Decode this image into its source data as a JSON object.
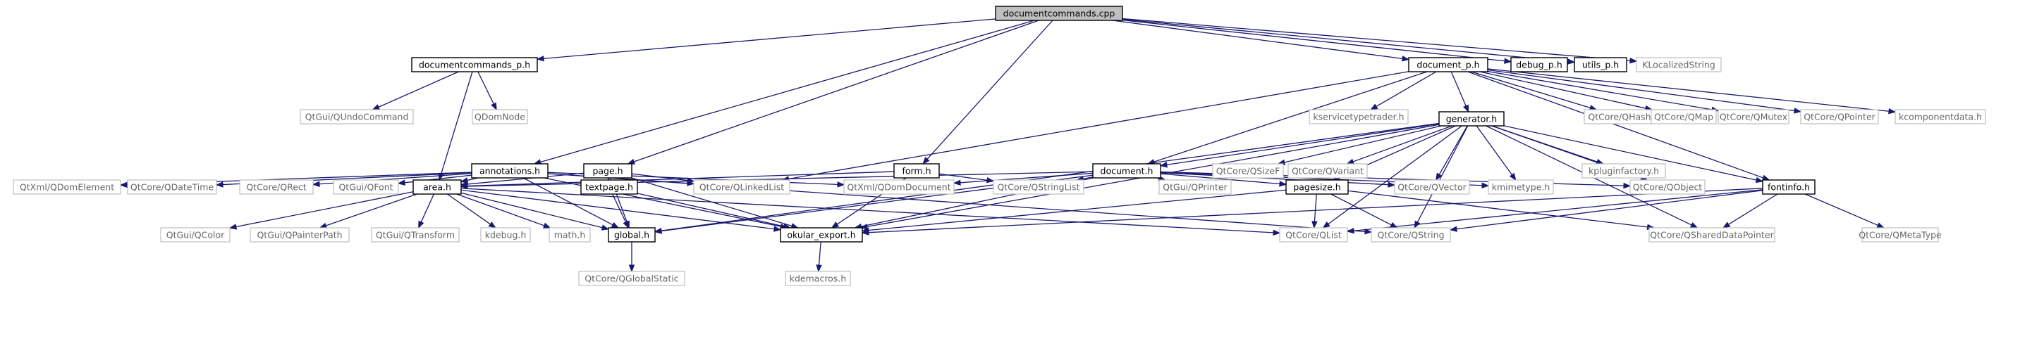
{
  "diagram": {
    "nodes": [
      {
        "id": "root",
        "label": "documentcommands.cpp",
        "kind": "root"
      },
      {
        "id": "documentcommands_p_h",
        "label": "documentcommands_p.h",
        "kind": "header"
      },
      {
        "id": "document_p_h",
        "label": "document_p.h",
        "kind": "header"
      },
      {
        "id": "debug_p_h",
        "label": "debug_p.h",
        "kind": "header"
      },
      {
        "id": "utils_p_h",
        "label": "utils_p.h",
        "kind": "header"
      },
      {
        "id": "KLocalizedString",
        "label": "KLocalizedString",
        "kind": "external"
      },
      {
        "id": "QUndoCommand",
        "label": "QtGui/QUndoCommand",
        "kind": "external"
      },
      {
        "id": "QDomNode",
        "label": "QDomNode",
        "kind": "external"
      },
      {
        "id": "kservicetypetrader_h",
        "label": "kservicetypetrader.h",
        "kind": "external"
      },
      {
        "id": "generator_h",
        "label": "generator.h",
        "kind": "header"
      },
      {
        "id": "QHash",
        "label": "QtCore/QHash",
        "kind": "external"
      },
      {
        "id": "QMap",
        "label": "QtCore/QMap",
        "kind": "external"
      },
      {
        "id": "QMutex",
        "label": "QtCore/QMutex",
        "kind": "external"
      },
      {
        "id": "QPointer",
        "label": "QtCore/QPointer",
        "kind": "external"
      },
      {
        "id": "kcomponentdata_h",
        "label": "kcomponentdata.h",
        "kind": "external"
      },
      {
        "id": "annotations_h",
        "label": "annotations.h",
        "kind": "header"
      },
      {
        "id": "page_h",
        "label": "page.h",
        "kind": "header"
      },
      {
        "id": "form_h",
        "label": "form.h",
        "kind": "header"
      },
      {
        "id": "document_h",
        "label": "document.h",
        "kind": "header"
      },
      {
        "id": "QSizeF",
        "label": "QtCore/QSizeF",
        "kind": "external"
      },
      {
        "id": "QVariant",
        "label": "QtCore/QVariant",
        "kind": "external"
      },
      {
        "id": "kpluginfactory_h",
        "label": "kpluginfactory.h",
        "kind": "external"
      },
      {
        "id": "QDomElement",
        "label": "QtXml/QDomElement",
        "kind": "external"
      },
      {
        "id": "QDateTime",
        "label": "QtCore/QDateTime",
        "kind": "external"
      },
      {
        "id": "QRect",
        "label": "QtCore/QRect",
        "kind": "external"
      },
      {
        "id": "QFont",
        "label": "QtGui/QFont",
        "kind": "external"
      },
      {
        "id": "area_h",
        "label": "area.h",
        "kind": "header"
      },
      {
        "id": "textpage_h",
        "label": "textpage.h",
        "kind": "header"
      },
      {
        "id": "QLinkedList",
        "label": "QtCore/QLinkedList",
        "kind": "external"
      },
      {
        "id": "QDomDocument",
        "label": "QtXml/QDomDocument",
        "kind": "external"
      },
      {
        "id": "QStringList",
        "label": "QtCore/QStringList",
        "kind": "external"
      },
      {
        "id": "QPrinter",
        "label": "QtGui/QPrinter",
        "kind": "external"
      },
      {
        "id": "pagesize_h",
        "label": "pagesize.h",
        "kind": "header"
      },
      {
        "id": "QVector",
        "label": "QtCore/QVector",
        "kind": "external"
      },
      {
        "id": "kmimetype_h",
        "label": "kmimetype.h",
        "kind": "external"
      },
      {
        "id": "QObject",
        "label": "QtCore/QObject",
        "kind": "external"
      },
      {
        "id": "fontinfo_h",
        "label": "fontinfo.h",
        "kind": "header"
      },
      {
        "id": "QColor",
        "label": "QtGui/QColor",
        "kind": "external"
      },
      {
        "id": "QPainterPath",
        "label": "QtGui/QPainterPath",
        "kind": "external"
      },
      {
        "id": "QTransform",
        "label": "QtGui/QTransform",
        "kind": "external"
      },
      {
        "id": "kdebug_h",
        "label": "kdebug.h",
        "kind": "external"
      },
      {
        "id": "math_h",
        "label": "math.h",
        "kind": "external"
      },
      {
        "id": "global_h",
        "label": "global.h",
        "kind": "header"
      },
      {
        "id": "okular_export_h",
        "label": "okular_export.h",
        "kind": "header"
      },
      {
        "id": "QList",
        "label": "QtCore/QList",
        "kind": "external"
      },
      {
        "id": "QString",
        "label": "QtCore/QString",
        "kind": "external"
      },
      {
        "id": "QSharedDataPointer",
        "label": "QtCore/QSharedDataPointer",
        "kind": "external"
      },
      {
        "id": "QMetaType",
        "label": "QtCore/QMetaType",
        "kind": "external"
      },
      {
        "id": "QGlobalStatic",
        "label": "QtCore/QGlobalStatic",
        "kind": "external"
      },
      {
        "id": "kdemacros_h",
        "label": "kdemacros.h",
        "kind": "external"
      }
    ],
    "edges": [
      [
        "root",
        "documentcommands_p_h"
      ],
      [
        "root",
        "document_p_h"
      ],
      [
        "root",
        "debug_p_h"
      ],
      [
        "root",
        "utils_p_h"
      ],
      [
        "root",
        "KLocalizedString"
      ],
      [
        "root",
        "annotations_h"
      ],
      [
        "root",
        "page_h"
      ],
      [
        "root",
        "form_h"
      ],
      [
        "documentcommands_p_h",
        "QUndoCommand"
      ],
      [
        "documentcommands_p_h",
        "QDomNode"
      ],
      [
        "documentcommands_p_h",
        "area_h"
      ],
      [
        "document_p_h",
        "kservicetypetrader_h"
      ],
      [
        "document_p_h",
        "generator_h"
      ],
      [
        "document_p_h",
        "QHash"
      ],
      [
        "document_p_h",
        "QMap"
      ],
      [
        "document_p_h",
        "QMutex"
      ],
      [
        "document_p_h",
        "QPointer"
      ],
      [
        "document_p_h",
        "kcomponentdata_h"
      ],
      [
        "document_p_h",
        "document_h"
      ],
      [
        "document_p_h",
        "fontinfo_h"
      ],
      [
        "document_p_h",
        "QLinkedList"
      ],
      [
        "generator_h",
        "document_h"
      ],
      [
        "generator_h",
        "QSizeF"
      ],
      [
        "generator_h",
        "QVariant"
      ],
      [
        "generator_h",
        "kpluginfactory_h"
      ],
      [
        "generator_h",
        "QObject"
      ],
      [
        "generator_h",
        "QVector"
      ],
      [
        "generator_h",
        "kmimetype_h"
      ],
      [
        "generator_h",
        "pagesize_h"
      ],
      [
        "generator_h",
        "okular_export_h"
      ],
      [
        "generator_h",
        "global_h"
      ],
      [
        "generator_h",
        "fontinfo_h"
      ],
      [
        "generator_h",
        "QSharedDataPointer"
      ],
      [
        "generator_h",
        "QString"
      ],
      [
        "generator_h",
        "QList"
      ],
      [
        "annotations_h",
        "QDomElement"
      ],
      [
        "annotations_h",
        "QDateTime"
      ],
      [
        "annotations_h",
        "QRect"
      ],
      [
        "annotations_h",
        "QFont"
      ],
      [
        "annotations_h",
        "area_h"
      ],
      [
        "annotations_h",
        "QLinkedList"
      ],
      [
        "annotations_h",
        "QDomDocument"
      ],
      [
        "annotations_h",
        "okular_export_h"
      ],
      [
        "annotations_h",
        "global_h"
      ],
      [
        "annotations_h",
        "QString"
      ],
      [
        "page_h",
        "area_h"
      ],
      [
        "page_h",
        "textpage_h"
      ],
      [
        "page_h",
        "QLinkedList"
      ],
      [
        "page_h",
        "global_h"
      ],
      [
        "page_h",
        "okular_export_h"
      ],
      [
        "form_h",
        "area_h"
      ],
      [
        "form_h",
        "QStringList"
      ],
      [
        "form_h",
        "okular_export_h"
      ],
      [
        "document_h",
        "area_h"
      ],
      [
        "document_h",
        "QDomDocument"
      ],
      [
        "document_h",
        "QStringList"
      ],
      [
        "document_h",
        "QPrinter"
      ],
      [
        "document_h",
        "pagesize_h"
      ],
      [
        "document_h",
        "QVector"
      ],
      [
        "document_h",
        "kmimetype_h"
      ],
      [
        "document_h",
        "QObject"
      ],
      [
        "document_h",
        "global_h"
      ],
      [
        "document_h",
        "okular_export_h"
      ],
      [
        "area_h",
        "QColor"
      ],
      [
        "area_h",
        "QPainterPath"
      ],
      [
        "area_h",
        "QTransform"
      ],
      [
        "area_h",
        "kdebug_h"
      ],
      [
        "area_h",
        "math_h"
      ],
      [
        "area_h",
        "global_h"
      ],
      [
        "area_h",
        "okular_export_h"
      ],
      [
        "area_h",
        "QList"
      ],
      [
        "textpage_h",
        "global_h"
      ],
      [
        "textpage_h",
        "okular_export_h"
      ],
      [
        "pagesize_h",
        "QList"
      ],
      [
        "pagesize_h",
        "QString"
      ],
      [
        "pagesize_h",
        "QSharedDataPointer"
      ],
      [
        "pagesize_h",
        "okular_export_h"
      ],
      [
        "fontinfo_h",
        "QList"
      ],
      [
        "fontinfo_h",
        "QString"
      ],
      [
        "fontinfo_h",
        "QSharedDataPointer"
      ],
      [
        "fontinfo_h",
        "QMetaType"
      ],
      [
        "fontinfo_h",
        "okular_export_h"
      ],
      [
        "global_h",
        "QGlobalStatic"
      ],
      [
        "okular_export_h",
        "kdemacros_h"
      ]
    ]
  }
}
